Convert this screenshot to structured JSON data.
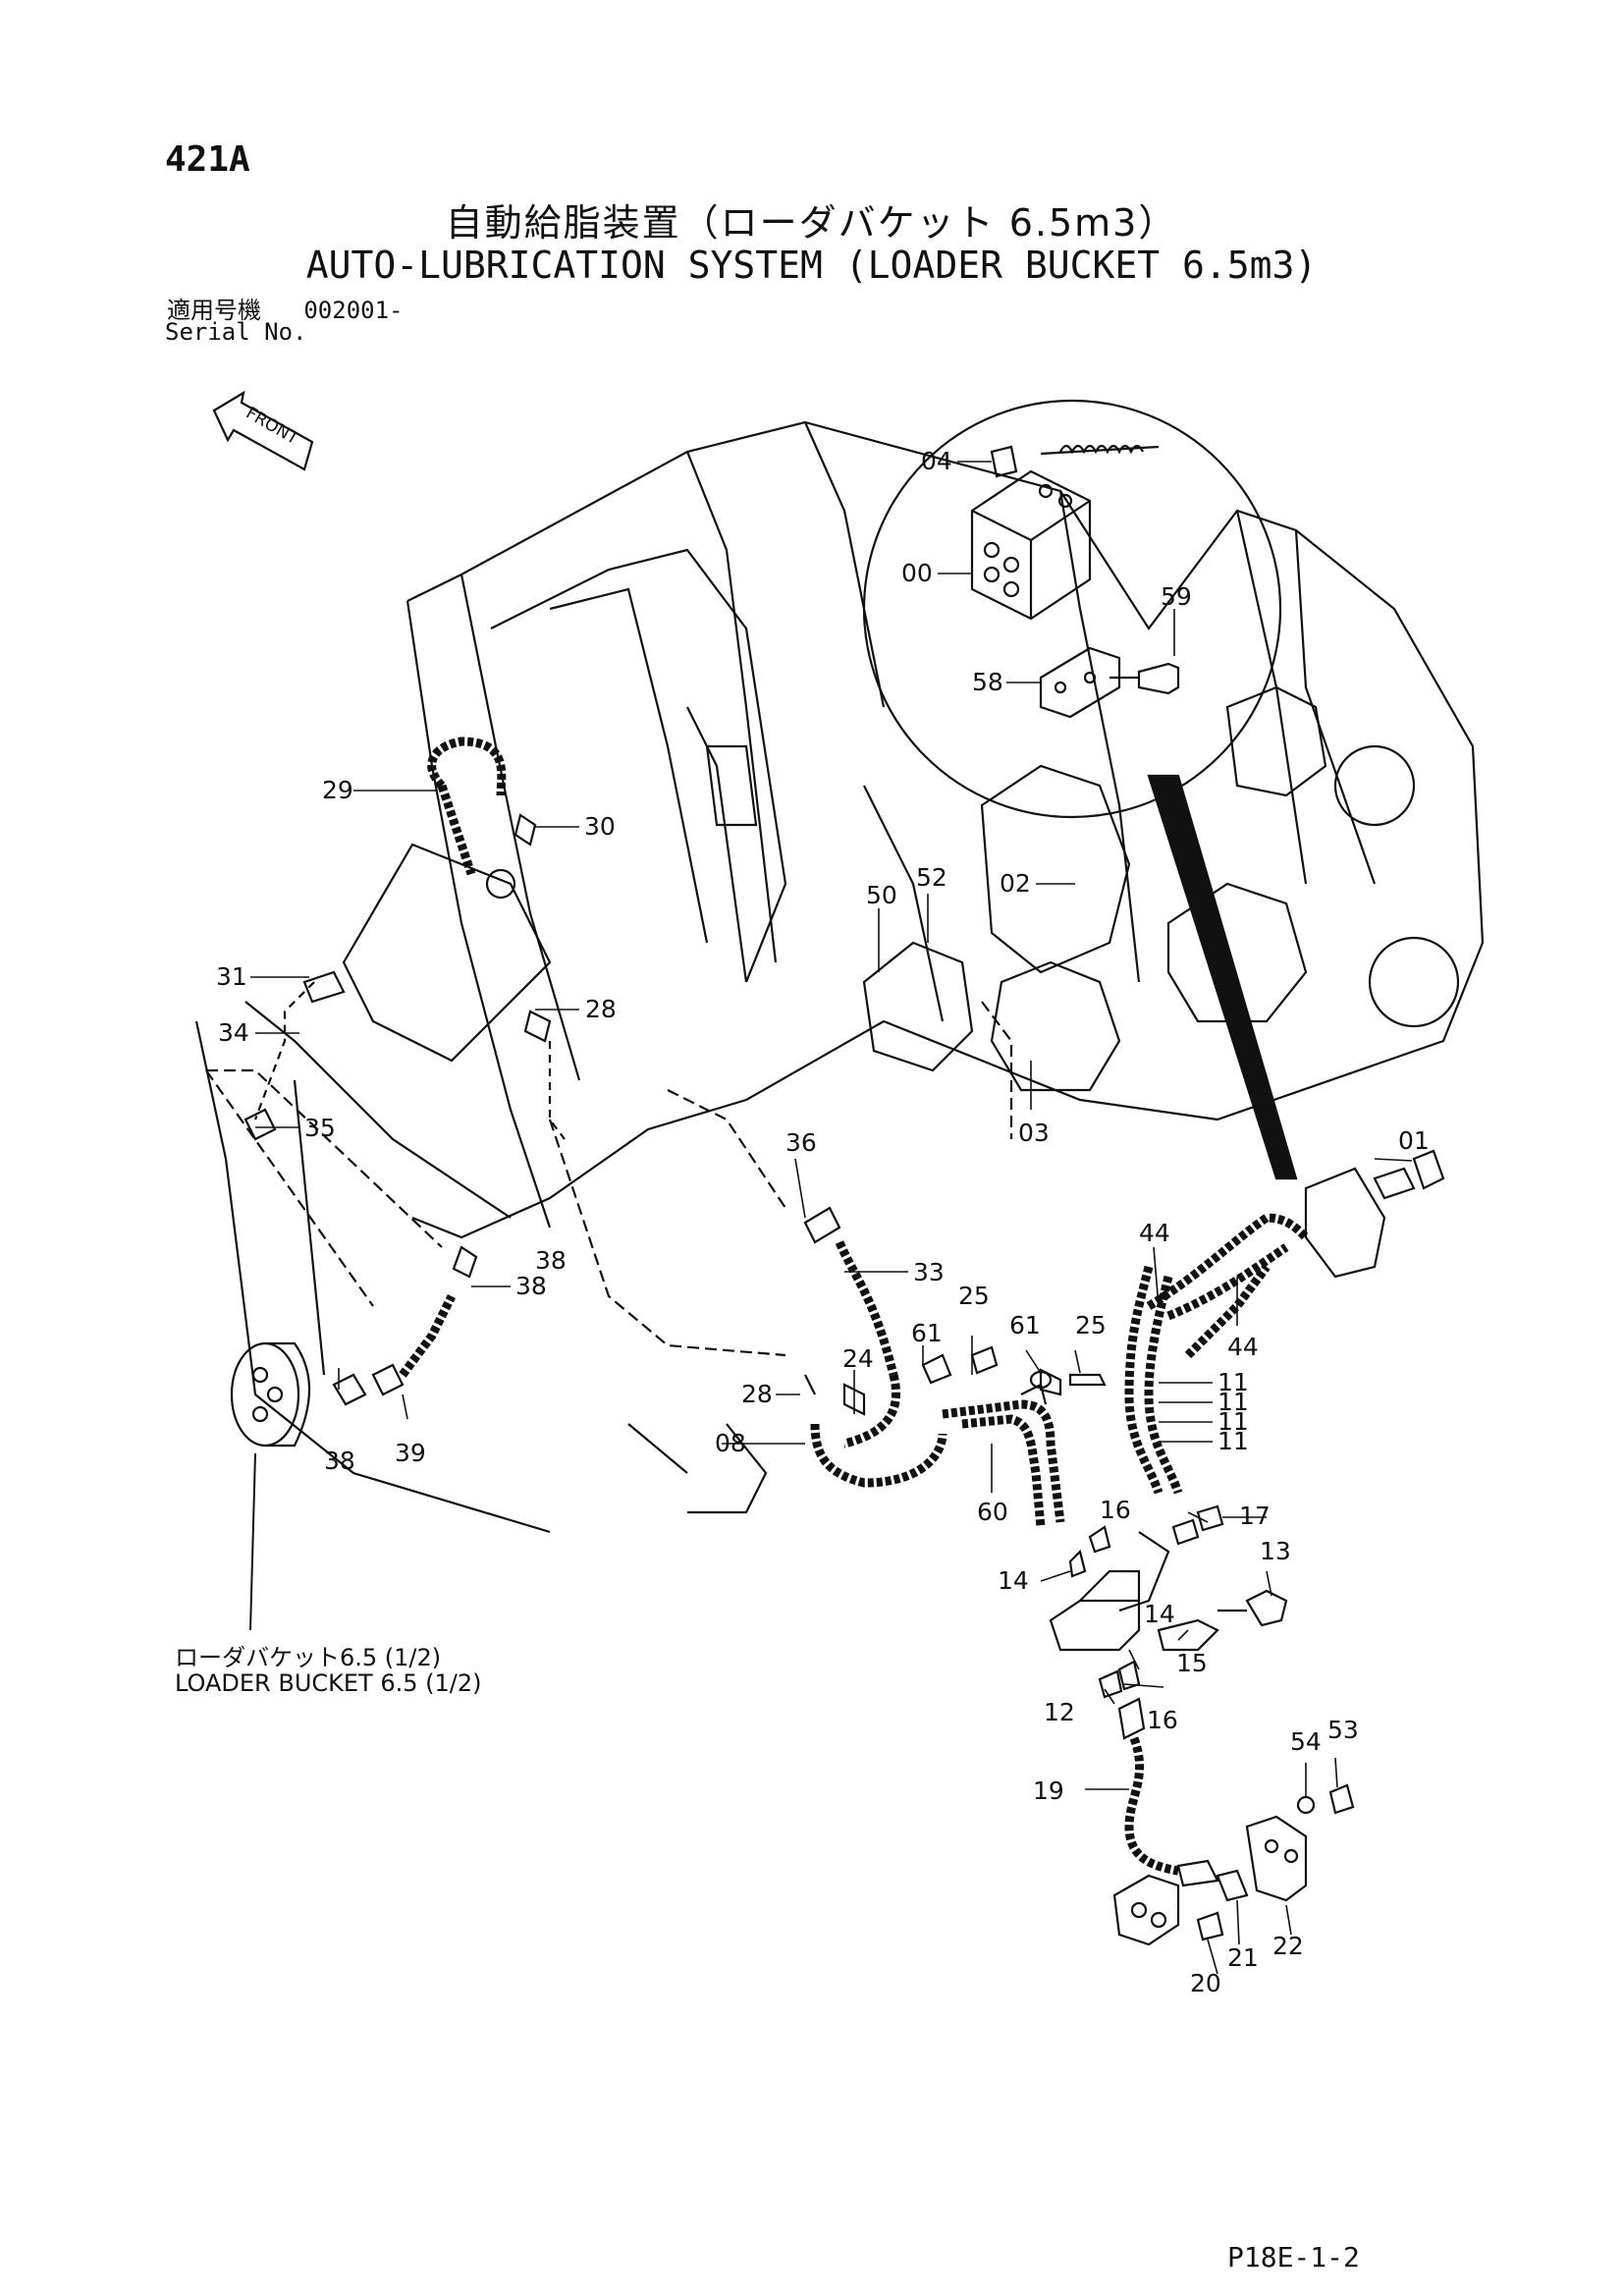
{
  "header": {
    "page_code": "421A",
    "title_jp": "自動給脂装置（ローダバケット 6.5m3）",
    "title_en": "AUTO-LUBRICATION SYSTEM (LOADER BUCKET 6.5m3)",
    "serial_label_jp": "適用号機",
    "serial_value": "002001-",
    "serial_label_en": "Serial No."
  },
  "front_label": "FRONT",
  "loader_bucket_note": {
    "jp": "ローダバケット6.5 (1/2)",
    "en": "LOADER BUCKET 6.5 (1/2)"
  },
  "footer": {
    "page_ref": "P18E-1-2"
  },
  "part_numbers": [
    "04",
    "00",
    "59",
    "58",
    "29",
    "30",
    "50",
    "52",
    "02",
    "31",
    "28",
    "34",
    "03",
    "35",
    "36",
    "01",
    "33",
    "44",
    "38",
    "25",
    "61",
    "24",
    "28",
    "11",
    "08",
    "60",
    "16",
    "17",
    "14",
    "13",
    "12",
    "15",
    "54",
    "53",
    "19",
    "22",
    "21",
    "20",
    "39"
  ]
}
